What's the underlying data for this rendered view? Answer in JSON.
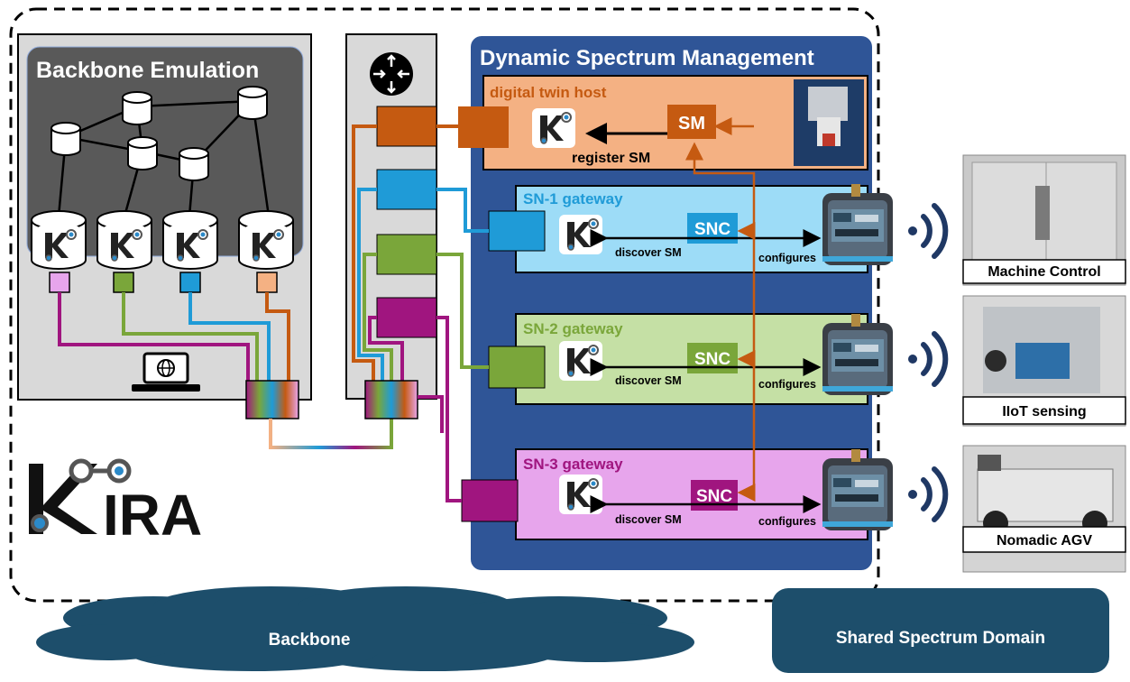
{
  "backbone_emulation": {
    "title": "Backbone Emulation"
  },
  "dsm": {
    "title": "Dynamic Spectrum Management"
  },
  "twin": {
    "title": "digital twin host",
    "sm_label": "SM",
    "register_label": "register SM"
  },
  "gateways": [
    {
      "title": "SN-1 gateway",
      "snc_label": "SNC",
      "discover_label": "discover SM",
      "configures_label": "configures"
    },
    {
      "title": "SN-2 gateway",
      "snc_label": "SNC",
      "discover_label": "discover SM",
      "configures_label": "configures"
    },
    {
      "title": "SN-3 gateway",
      "snc_label": "SNC",
      "discover_label": "discover SM",
      "configures_label": "configures"
    }
  ],
  "devices": [
    {
      "caption": "Machine Control"
    },
    {
      "caption": "IIoT sensing"
    },
    {
      "caption": "Nomadic AGV"
    }
  ],
  "logo": {
    "text": "KIRA"
  },
  "bottom": {
    "backbone": "Backbone",
    "shared": "Shared Spectrum Domain"
  },
  "colors": {
    "orange": "#c55a11",
    "blue": "#1f9bd7",
    "green": "#7aa63a",
    "magenta": "#a0157f",
    "dsm_bg": "#2f5597",
    "twin_bg": "#f4b183",
    "sn1_bg": "#9ddcf7",
    "sn2_bg": "#c5e0a5",
    "sn3_bg": "#e7a5ec",
    "navy": "#1f3864",
    "bottom_box": "#1d4e6b"
  }
}
